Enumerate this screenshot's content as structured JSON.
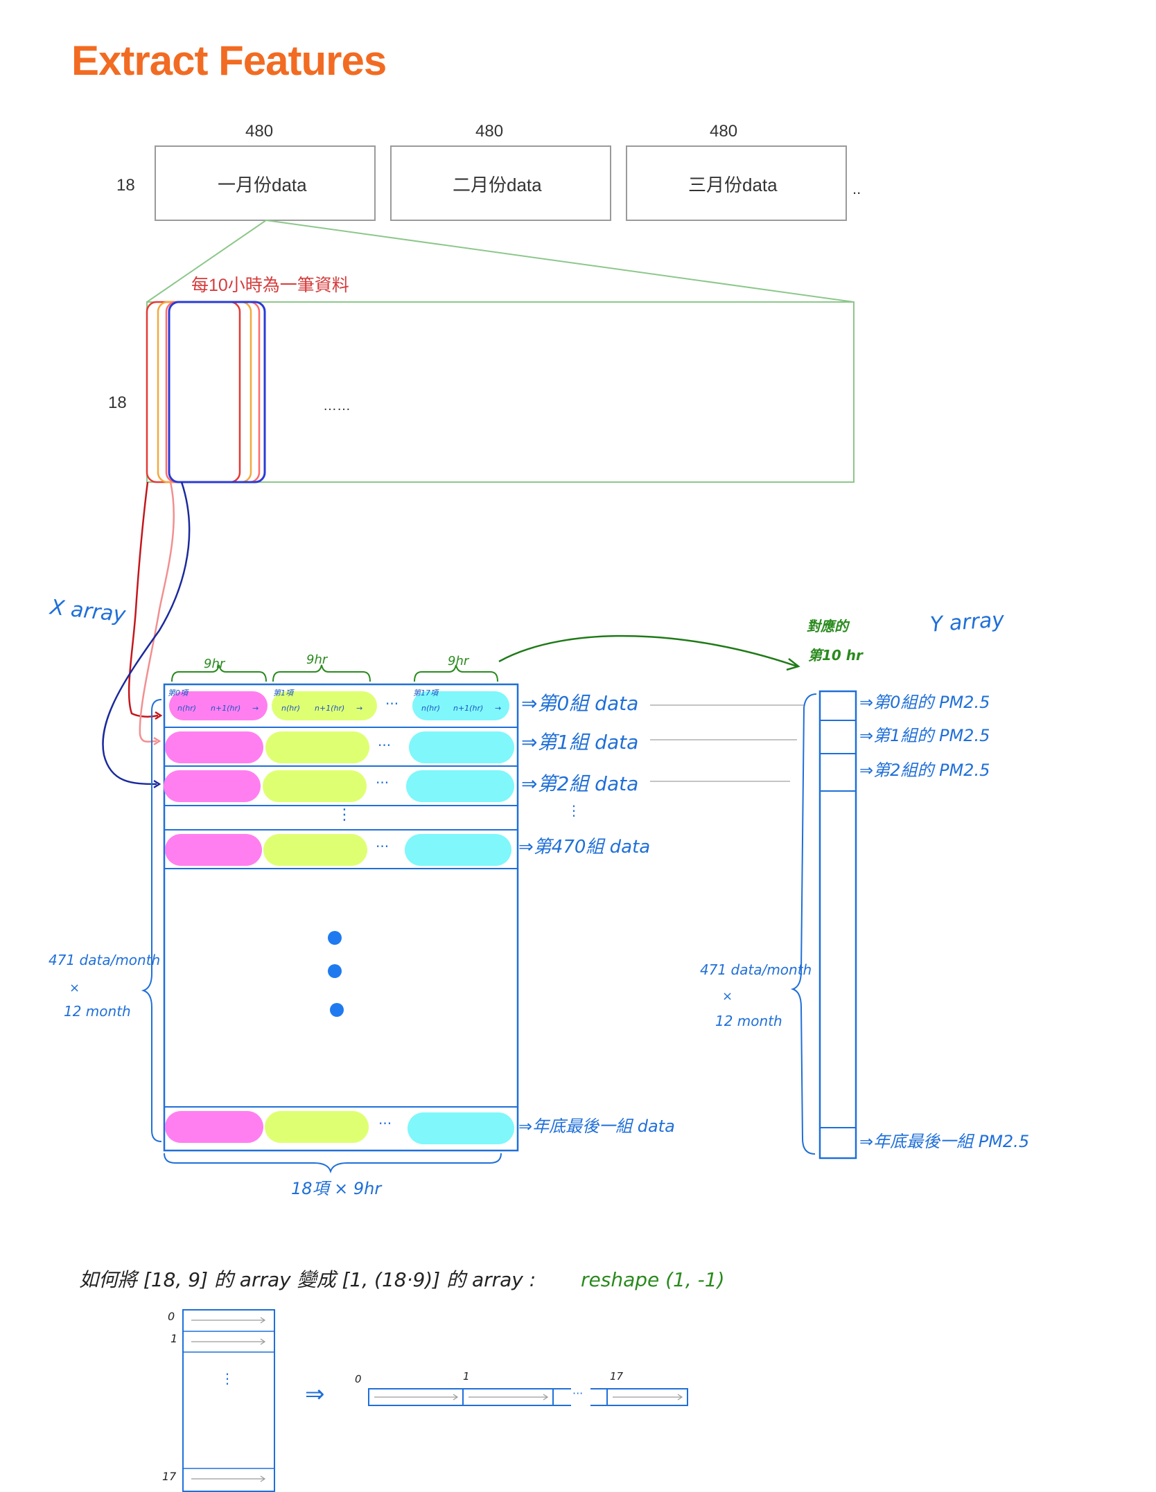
{
  "title": "Extract Features",
  "months": {
    "width_label": "480",
    "height_label": "18",
    "items": [
      "一月份data",
      "二月份data",
      "三月份data"
    ],
    "more": ".."
  },
  "window": {
    "caption": "每10小時為一筆資料",
    "height_label": "18",
    "more": "……"
  },
  "x_array": {
    "label": "X  array",
    "col_width": "9hr",
    "item_labels": [
      "第0項",
      "第1項",
      "第17項"
    ],
    "cell_text": [
      "n(hr)",
      "n+1(hr)",
      "→"
    ],
    "row_labels": [
      "⇒第0組 data",
      "⇒第1組 data",
      "⇒第2組 data",
      "⇒第470組 data",
      "⇒年底最後一組 data"
    ],
    "ellipsis": "···",
    "vdots": "⋮",
    "count_label": [
      "471 data/month",
      "×",
      "12 month"
    ],
    "bottom_label": "18項 × 9hr"
  },
  "y_array": {
    "label": "Y  array",
    "header": [
      "對應的",
      "第10 hr"
    ],
    "row_labels": [
      "⇒第0組的 PM2.5",
      "⇒第1組的 PM2.5",
      "⇒第2組的 PM2.5",
      "⇒年底最後一組 PM2.5"
    ],
    "count_label": [
      "471 data/month",
      "×",
      "12 month"
    ]
  },
  "reshape": {
    "question": "如何將 [18, 9] 的 array 變成 [1, (18·9)] 的 array :",
    "answer": "reshape (1, -1)",
    "row_indices": [
      "0",
      "1",
      "17"
    ],
    "flat_indices": [
      "0",
      "1",
      "17"
    ],
    "arrow": "⇒",
    "ellipsis": "···"
  },
  "colors": {
    "title": "#f26b22",
    "handwriting": "#1f6fd8",
    "green": "#2a8a1e",
    "pink": "#ff7ff0",
    "lime": "#dfff73",
    "cyan": "#7ff7fb"
  }
}
